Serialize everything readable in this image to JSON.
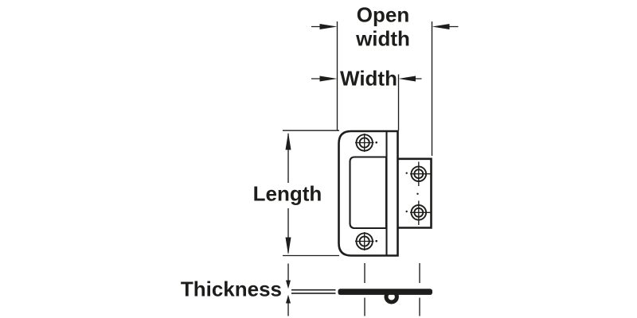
{
  "diagram": {
    "labels": {
      "open_width_line1": "Open",
      "open_width_line2": "width",
      "width": "Width",
      "length": "Length",
      "thickness": "Thickness"
    },
    "colors": {
      "line": "#1d1d1b",
      "background": "#ffffff"
    }
  }
}
